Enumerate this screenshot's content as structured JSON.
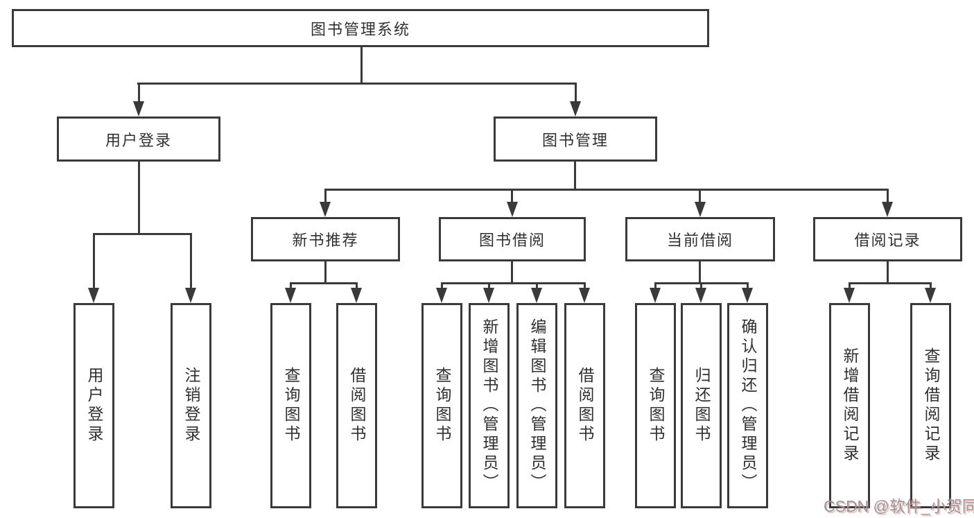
{
  "tree": {
    "root": {
      "label": "图书管理系统"
    },
    "level2": [
      {
        "label": "用户登录",
        "children": [
          {
            "label": "用户登录"
          },
          {
            "label": "注销登录"
          }
        ]
      },
      {
        "label": "图书管理",
        "children": [
          {
            "label": "新书推荐",
            "children": [
              {
                "label": "查询图书"
              },
              {
                "label": "借阅图书"
              }
            ]
          },
          {
            "label": "图书借阅",
            "children": [
              {
                "label": "查询图书"
              },
              {
                "label": "新增图书（管理员）"
              },
              {
                "label": "编辑图书（管理员）"
              },
              {
                "label": "借阅图书"
              }
            ]
          },
          {
            "label": "当前借阅",
            "children": [
              {
                "label": "查询图书"
              },
              {
                "label": "归还图书"
              },
              {
                "label": "确认归还（管理员）"
              }
            ]
          },
          {
            "label": "借阅记录",
            "children": [
              {
                "label": "新增借阅记录"
              },
              {
                "label": "查询借阅记录"
              }
            ]
          }
        ]
      }
    ]
  },
  "watermark": "CSDN @软件_小贺同学",
  "colors": {
    "line": "#3a3a3c",
    "text": "#303032",
    "watermark_gray": "#97979b",
    "watermark_red_shadow": "#dd6e64",
    "background": "#ffffff"
  }
}
